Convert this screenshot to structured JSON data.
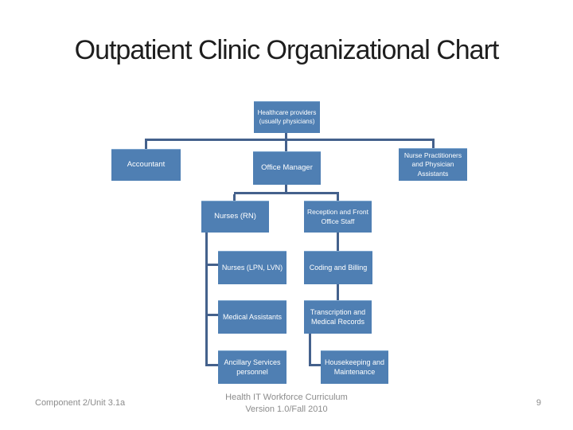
{
  "slide_title": "Outpatient Clinic Organizational Chart",
  "org_chart": {
    "type": "organization-chart",
    "nodes": {
      "healthcare": {
        "label": "Healthcare providers (usually physicians)",
        "reports_to": null
      },
      "accountant": {
        "label": "Accountant",
        "reports_to": "healthcare"
      },
      "office_manager": {
        "label": "Office Manager",
        "reports_to": "healthcare"
      },
      "nurse_practitioners": {
        "label": "Nurse Practitioners and Physician Assistants",
        "reports_to": "healthcare"
      },
      "nurses_rn": {
        "label": "Nurses (RN)",
        "reports_to": "office_manager"
      },
      "reception": {
        "label": "Reception and Front Office Staff",
        "reports_to": "office_manager"
      },
      "nurses_lpn_lvn": {
        "label": "Nurses (LPN, LVN)",
        "reports_to": "nurses_rn"
      },
      "medical_assistants": {
        "label": "Medical Assistants",
        "reports_to": "nurses_rn"
      },
      "ancillary_services": {
        "label": "Ancillary Services personnel",
        "reports_to": "nurses_rn"
      },
      "coding_billing": {
        "label": "Coding and Billing",
        "reports_to": "reception"
      },
      "transcription_records": {
        "label": "Transcription and Medical Records",
        "reports_to": "coding_billing"
      },
      "housekeeping": {
        "label": "Housekeeping and Maintenance",
        "reports_to": "transcription_records"
      }
    }
  },
  "footer": {
    "left": "Component 2/Unit 3.1a",
    "center_line1": "Health IT Workforce Curriculum",
    "center_line2": "Version 1.0/Fall 2010",
    "page_number": "9"
  },
  "colors": {
    "box_fill": "#4f7fb3",
    "box_highlight": "#7fa7cf",
    "connector": "#44618c",
    "title_text": "#1e1e1e",
    "footer_text": "#8c8c8c",
    "background": "#ffffff"
  }
}
